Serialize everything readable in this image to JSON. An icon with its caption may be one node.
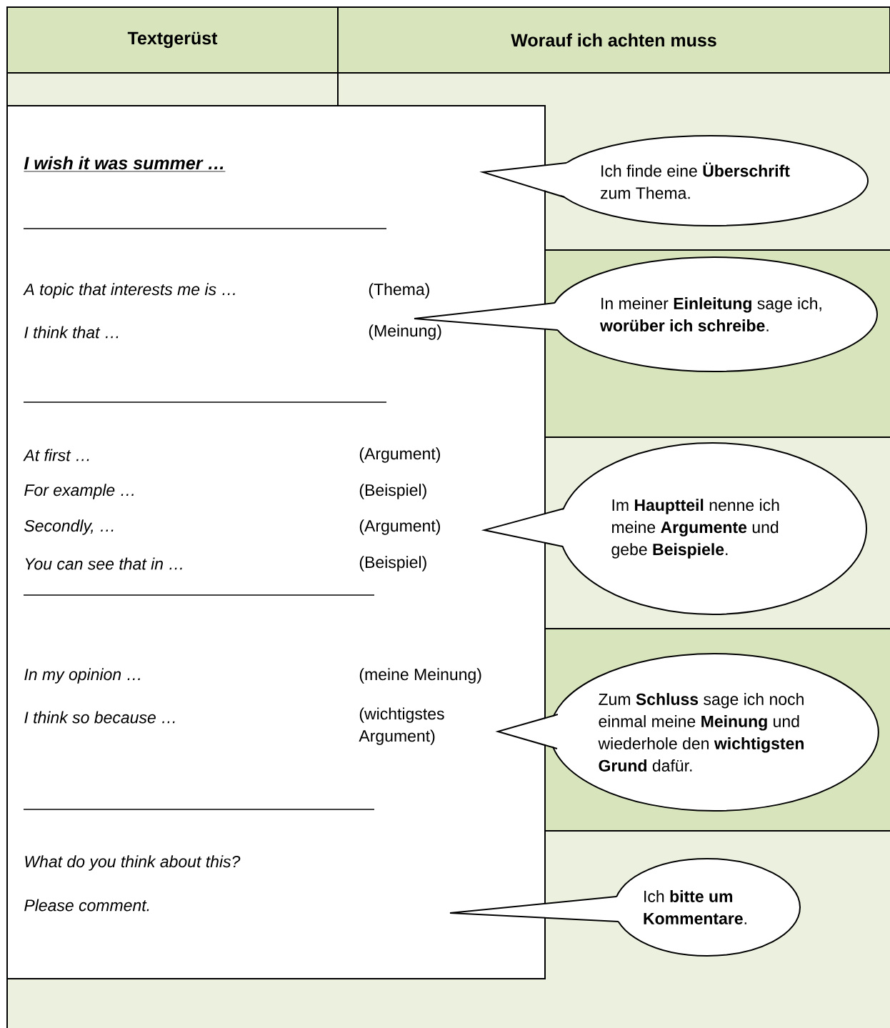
{
  "diagram": {
    "nodes": [
      {
        "text": [
          "Textgerüst"
        ]
      },
      {
        "text": [
          "Worauf ich achten muss"
        ]
      },
      {
        "text": [
          "I wish it was summer …",
          "A topic that interests me is …",
          "(Thema)",
          "I think that …",
          "(Meinung)",
          "At first …",
          "(Argument)",
          "For example …",
          "(Beispiel)",
          "Secondly, …",
          "(Argument)",
          "You can see that in …",
          "(Beispiel)",
          "In my opinion …",
          "(meine Meinung)",
          "I think so because …",
          "(wichtigstes Argument)",
          "What do you think about this?",
          "Please comment."
        ]
      },
      {
        "text": [
          "Ich finde eine **Überschrift** zum Thema."
        ]
      },
      {
        "text": [
          "In meiner **Einleitung** sage ich, **worüber ich schreibe**."
        ]
      },
      {
        "text": [
          "Im **Hauptteil** nenne ich meine **Argumente** und gebe **Beispiele**."
        ]
      },
      {
        "text": [
          "Zum **Schluss** sage ich noch einmal meine **Meinung** und wiederhole den **wichtigsten Grund** dafür."
        ]
      },
      {
        "text": [
          "Ich **bitte um Kommentare**."
        ]
      }
    ]
  }
}
